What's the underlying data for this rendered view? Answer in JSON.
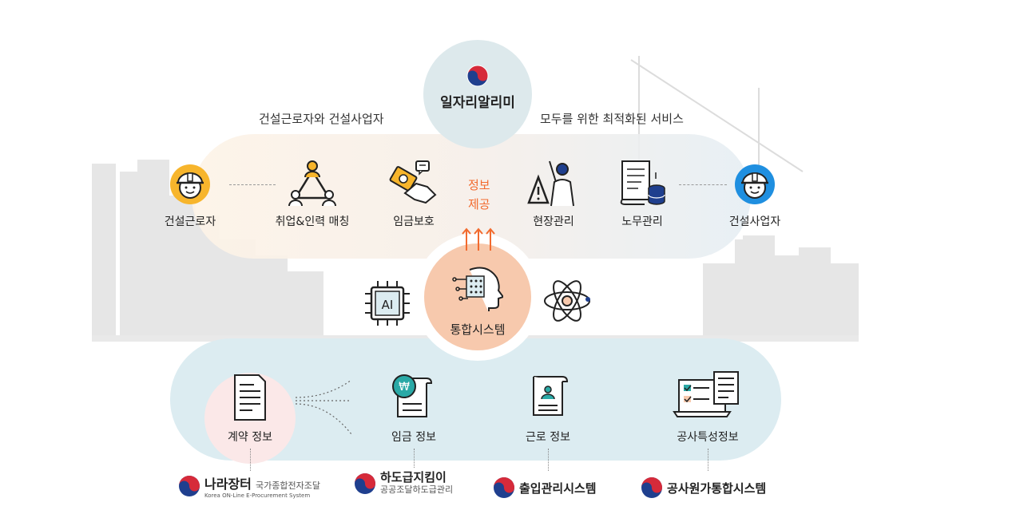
{
  "logo": {
    "title": "일자리알리미"
  },
  "headline": {
    "left": "건설근로자와 건설사업자",
    "right": "모두를 위한 최적화된 서비스"
  },
  "services": {
    "worker": "건설근로자",
    "matching": "취업&인력 매칭",
    "wage": "임금보호",
    "info_line1": "정보",
    "info_line2": "제공",
    "site": "현장관리",
    "labor": "노무관리",
    "company": "건설사업자"
  },
  "system": {
    "title": "통합시스템",
    "ai_text": "AI"
  },
  "data_sources": {
    "contract": "계약 정보",
    "wage_info": "임금 정보",
    "work_info": "근로 정보",
    "construction": "공사특성정보"
  },
  "partners": {
    "nara_title": "나라장터",
    "nara_sub": "국가종합전자조달",
    "nara_en": "Korea ON-Line E-Procurement System",
    "hado_title": "하도급지킴이",
    "hado_sub": "공공조달하도급관리",
    "access": "출입관리시스템",
    "cost": "공사원가통합시스템"
  },
  "colors": {
    "accent_orange": "#f26a2e",
    "worker_yellow": "#f7b52c",
    "company_blue": "#1f8fe0",
    "panel_blue": "#dcecf1",
    "system_peach": "#f7c9ad"
  }
}
